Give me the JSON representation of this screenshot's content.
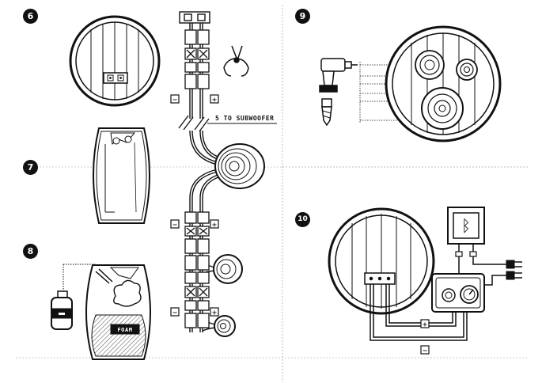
{
  "steps": [
    "6",
    "7",
    "8",
    "9",
    "10"
  ],
  "subwoofer_label": "5 TO SUBWOOFER",
  "foam_label": "FOAM",
  "plus_sign": "+",
  "minus_sign": "−",
  "bluetooth_symbol": "ᛒ",
  "icons": [
    "barrel-icon",
    "wire-stripper-icon",
    "drill-icon",
    "drill-bit-icon",
    "spray-can-icon",
    "bluetooth-icon",
    "power-plug-icon",
    "speaker-icon",
    "amplifier-icon",
    "terminal-block-icon"
  ]
}
